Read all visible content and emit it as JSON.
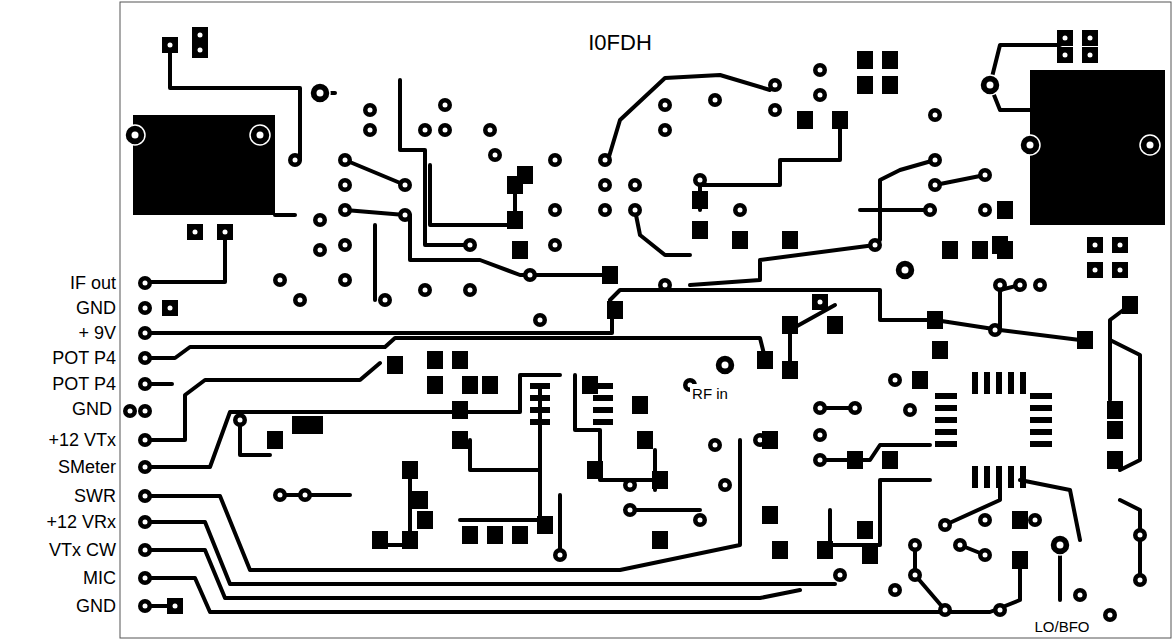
{
  "diagram": {
    "labels": [
      "I0FDH",
      "IF out",
      "GND",
      "+ 9V",
      "POT P4",
      "POT P4",
      "GND",
      "+12 VTx",
      "SMeter",
      "SWR",
      "+12 VRx",
      "VTx CW",
      "MIC",
      "GND",
      "RF in",
      "LO/BFO"
    ]
  }
}
